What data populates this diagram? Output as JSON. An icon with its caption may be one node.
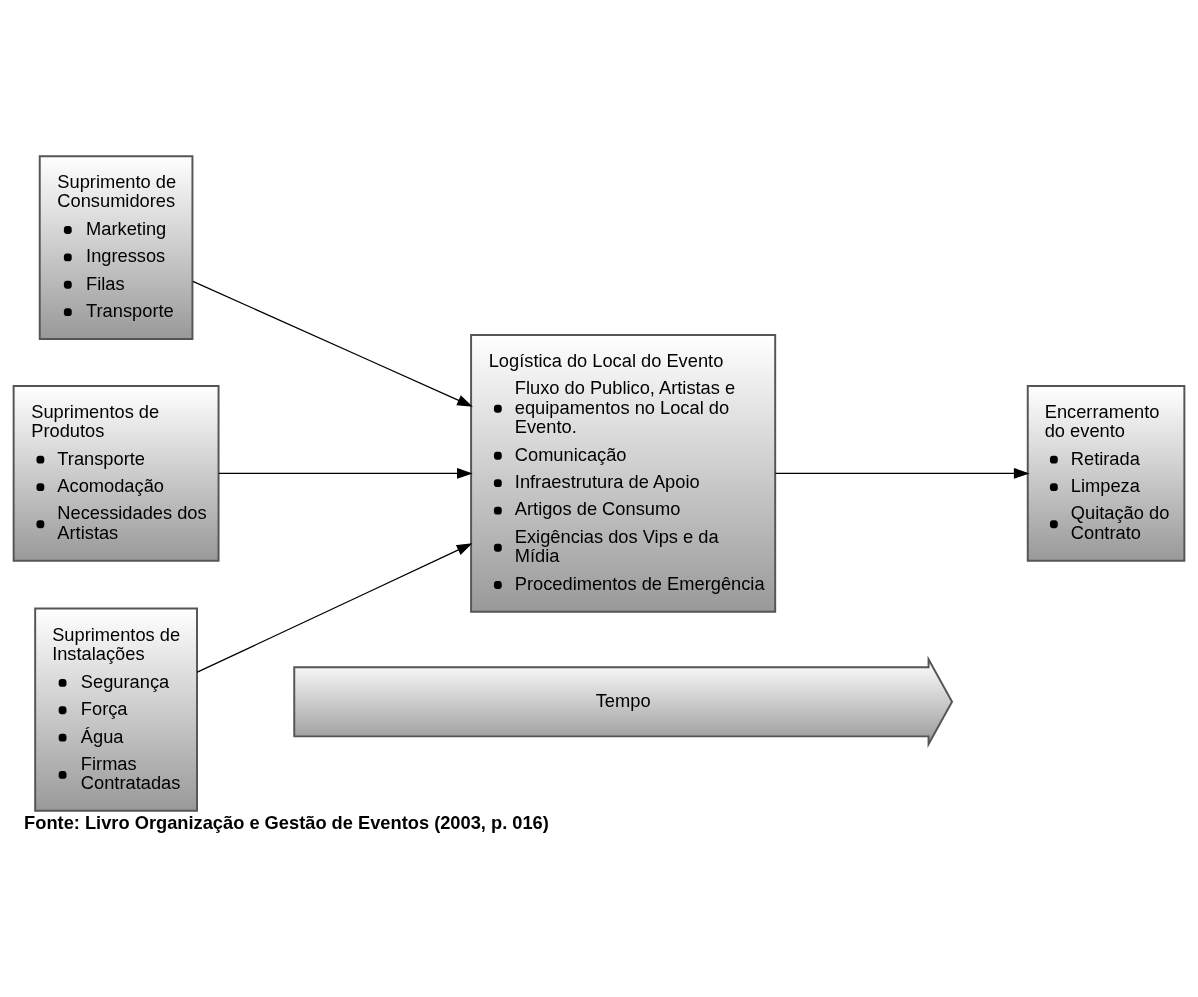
{
  "diagram": {
    "caption": "Fonte: Livro Organização e Gestão de Eventos (2003, p. 016)",
    "nodes": [
      {
        "text": [
          "Suprimento de Consumidores",
          "Marketing",
          "Ingressos",
          "Filas",
          "Transporte"
        ]
      },
      {
        "text": [
          "Suprimentos de Produtos",
          "Transporte",
          "Acomodação",
          "Necessidades dos Artistas"
        ]
      },
      {
        "text": [
          "Suprimentos de Instalações",
          "Segurança",
          "Força",
          "Água",
          "Firmas Contratadas"
        ]
      },
      {
        "text": [
          "Logística do Local do Evento",
          "Fluxo do Publico, Artistas e equipamentos no Local do Evento.",
          "Comunicação",
          "Infraestrutura de Apoio",
          "Artigos de Consumo",
          "Exigências dos Vips e da Mídia",
          "Procedimentos de Emergência"
        ]
      },
      {
        "text": [
          "Encerramento do evento",
          "Retirada",
          "Limpeza",
          "Quitação do Contrato"
        ]
      },
      {
        "text": [
          "Tempo"
        ]
      }
    ],
    "edges": [
      {
        "from": 0,
        "to": 3,
        "arrow": "to"
      },
      {
        "from": 1,
        "to": 3,
        "arrow": "to"
      },
      {
        "from": 2,
        "to": 3,
        "arrow": "to"
      },
      {
        "from": 3,
        "to": 4,
        "arrow": "to"
      }
    ]
  }
}
